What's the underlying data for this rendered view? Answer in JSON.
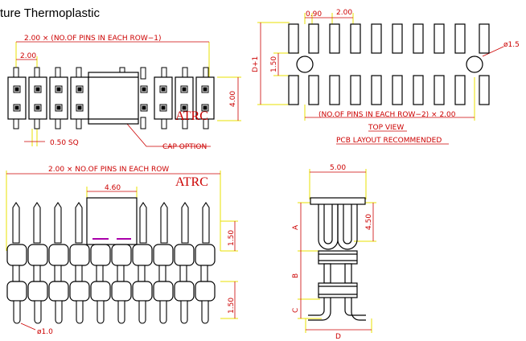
{
  "title": "ture Thermoplastic",
  "watermark_top": "ATRC",
  "watermark_side": "ATRC",
  "top_left": {
    "dim_row": "2.00 × (NO.OF PINS IN EACH ROW−1)",
    "dim_pitch": "2.00",
    "dim_height": "4.00",
    "dim_square": "0.50 SQ",
    "cap_label": "CAP OPTION"
  },
  "top_right": {
    "dim_090": "0.90",
    "dim_200": "2.00",
    "dim_d1": "D+1",
    "dim_150": "1.50",
    "dim_hole": "ø1.5",
    "dim_row": "(NO.OF PINS IN EACH ROW−2) × 2.00",
    "label_top_view": "TOP  VIEW",
    "label_pcb": "PCB  LAYOUT  RECOMMENDED"
  },
  "bottom_left": {
    "dim_row": "2.00 × NO.OF PINS IN EACH ROW",
    "dim_460": "4.60",
    "dim_150a": "1.50",
    "dim_150b": "1.50",
    "dim_pin": "ø1.0"
  },
  "bottom_right": {
    "dim_500": "5.00",
    "dim_450": "4.50",
    "label_a": "A",
    "label_b": "B",
    "label_c": "C",
    "label_d": "D"
  },
  "colors": {
    "dimension": "#cc0000",
    "extension": "#e8e000",
    "outline": "#000000"
  }
}
